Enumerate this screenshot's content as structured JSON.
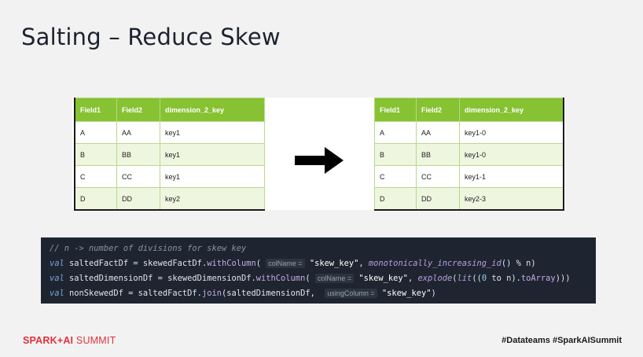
{
  "slide": {
    "title": "Salting – Reduce Skew"
  },
  "left_table": {
    "headers": [
      "Field1",
      "Field2",
      "dimension_2_key"
    ],
    "rows": [
      [
        "A",
        "AA",
        "key1"
      ],
      [
        "B",
        "BB",
        "key1"
      ],
      [
        "C",
        "CC",
        "key1"
      ],
      [
        "D",
        "DD",
        "key2"
      ]
    ]
  },
  "right_table": {
    "headers": [
      "Field1",
      "Field2",
      "dimension_2_key"
    ],
    "rows": [
      [
        "A",
        "AA",
        "key1-0"
      ],
      [
        "B",
        "BB",
        "key1-0"
      ],
      [
        "C",
        "CC",
        "key1-1"
      ],
      [
        "D",
        "DD",
        "key2-3"
      ]
    ]
  },
  "colors": {
    "table_header": "#86c232",
    "table_alt_row": "#eef6df",
    "code_background": "#1f2530",
    "brand_red": "#e0323c"
  },
  "arrow_icon": "right-arrow-icon",
  "code": {
    "line1": {
      "comment": "// n -> number of divisions for skew key"
    },
    "line2": {
      "kw": "val",
      "lhs": " saltedFactDf = skewedFactDf.",
      "method": "withColumn",
      "paren_open": "( ",
      "hint": "colName =",
      "str": " \"skew_key\"",
      "comma": ", ",
      "fn": "monotonically_increasing_id",
      "tail": "() % n)"
    },
    "line3": {
      "kw": "val",
      "lhs": " saltedDimensionDf = skewedDimensionDf.",
      "method": "withColumn",
      "paren_open": "( ",
      "hint": "colName =",
      "str": " \"skew_key\"",
      "comma": ", ",
      "fn1": "explode",
      "mid1": "(",
      "fn2": "lit",
      "mid2": "((",
      "n0": "0",
      "to": " to n).",
      "method2": "toArray",
      "tail": ")))"
    },
    "line4": {
      "kw": "val",
      "lhs": " nonSkewedDf = saltedFactDf.",
      "method": "join",
      "args": "(saltedDimensionDf,  ",
      "hint": "usingColumn =",
      "str": " \"skew_key\"",
      "tail": ")"
    }
  },
  "footer": {
    "logo_bold": "SPARK+AI",
    "logo_light": " SUMMIT",
    "hashtags": "#Datateams #SparkAISummit"
  }
}
